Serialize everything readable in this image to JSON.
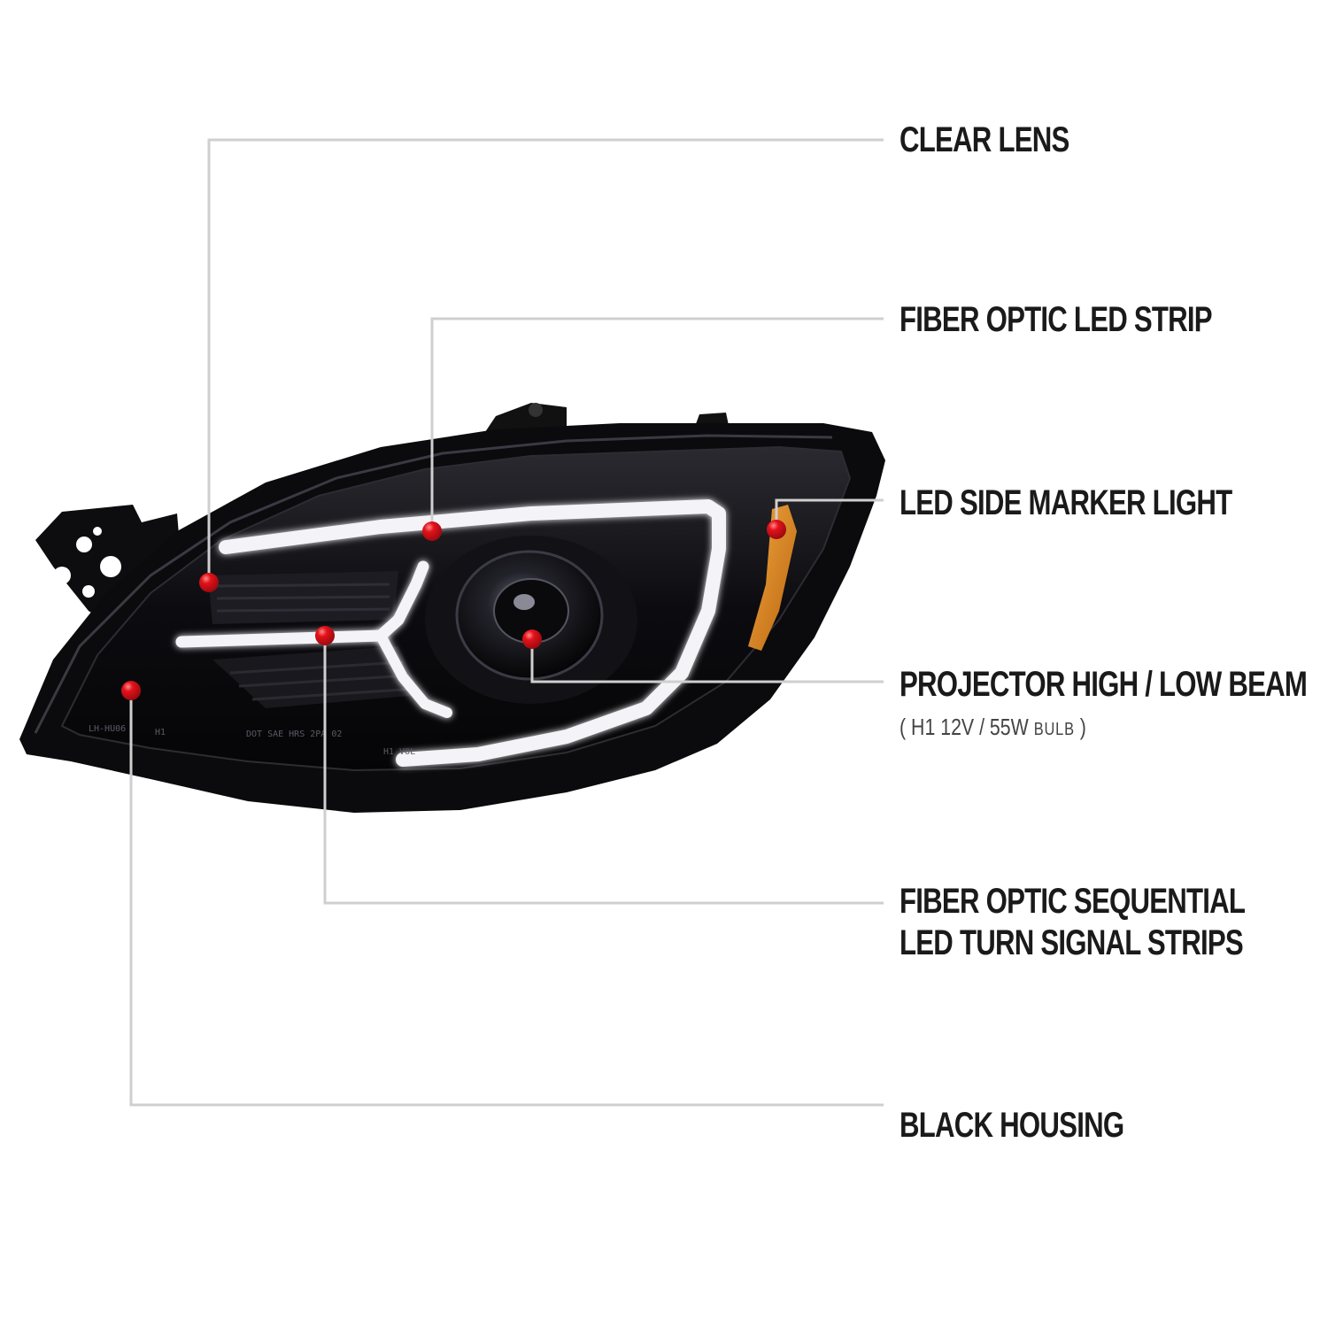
{
  "callouts": {
    "clear_lens": "CLEAR LENS",
    "fiber_optic_led_strip": "FIBER OPTIC LED STRIP",
    "led_side_marker_light": "LED SIDE MARKER LIGHT",
    "projector_beam": "PROJECTOR HIGH / LOW BEAM",
    "projector_bulb_open": "(",
    "projector_bulb_spec": "H1  12V / 55W",
    "projector_bulb_word": "BULB",
    "projector_bulb_close": ")",
    "sequential_line1": "FIBER OPTIC SEQUENTIAL",
    "sequential_line2": "LED TURN SIGNAL STRIPS",
    "black_housing": "BLACK HOUSING"
  },
  "lens_markings": [
    "LH-HU06",
    "H1",
    "DOT SAE HRS 2PA 02",
    "H1 VOL"
  ],
  "colors": {
    "leader_line": "#cfcfcf",
    "marker_dot": "#e3121b",
    "housing": "#0b0b0d",
    "drl_glow": "#f4f4f8",
    "amber_marker": "#d9821a"
  }
}
